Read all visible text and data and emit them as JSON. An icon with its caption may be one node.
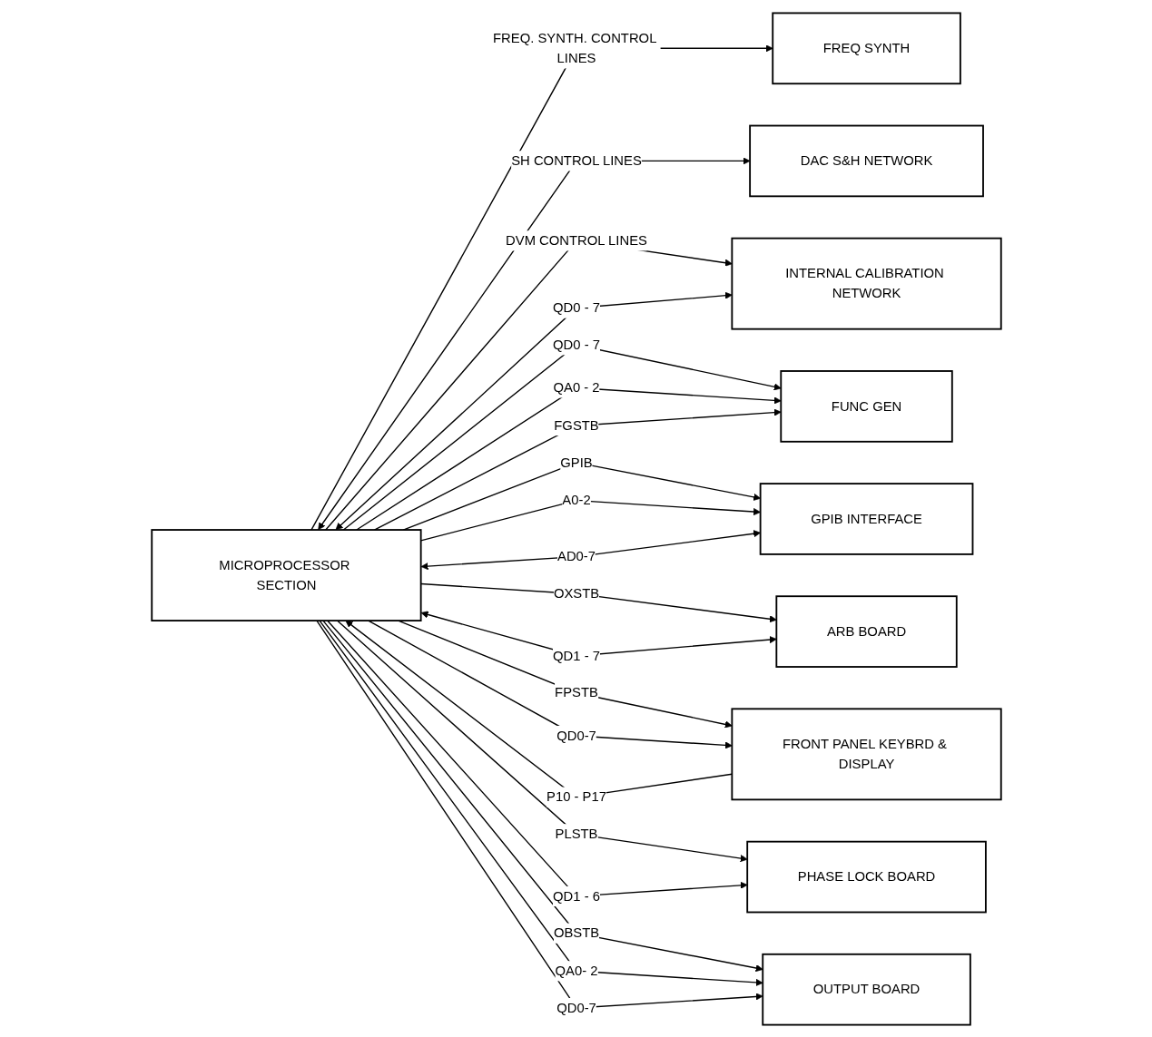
{
  "diagram": {
    "nodes": [
      {
        "text": [
          "FREQ SYNTH"
        ]
      },
      {
        "text": [
          "DAC S&H NETWORK"
        ]
      },
      {
        "text": [
          "INTERNAL CALIBRATION NETWORK"
        ]
      },
      {
        "text": [
          "FUNC GEN"
        ]
      },
      {
        "text": [
          "MICROPROCESSOR SECTION"
        ]
      },
      {
        "text": [
          "GPIB INTERFACE"
        ]
      },
      {
        "text": [
          "ARB BOARD"
        ]
      },
      {
        "text": [
          "FRONT PANEL KEYBRD & DISPLAY"
        ]
      },
      {
        "text": [
          "PHASE LOCK BOARD"
        ]
      },
      {
        "text": [
          "OUTPUT BOARD"
        ]
      }
    ],
    "edges": [
      {
        "from": 4,
        "to": 0,
        "arrow": "to",
        "label": "FREQ. SYNTH. CONTROL LINES"
      },
      {
        "from": 4,
        "to": 1,
        "arrow": "both",
        "label": "SH CONTROL LINES"
      },
      {
        "from": 4,
        "to": 2,
        "arrow": "to",
        "label": "DVM CONTROL LINES"
      },
      {
        "from": 4,
        "to": 2,
        "arrow": "both",
        "label": "QD0 - 7"
      },
      {
        "from": 4,
        "to": 3,
        "arrow": "to",
        "label": "QD0 - 7"
      },
      {
        "from": 4,
        "to": 3,
        "arrow": "to",
        "label": "QA0 - 2"
      },
      {
        "from": 4,
        "to": 3,
        "arrow": "to",
        "label": "FGSTB"
      },
      {
        "from": 4,
        "to": 5,
        "arrow": "to",
        "label": "GPIB"
      },
      {
        "from": 4,
        "to": 5,
        "arrow": "to",
        "label": "A0-2"
      },
      {
        "from": 4,
        "to": 5,
        "arrow": "both",
        "label": "AD0-7"
      },
      {
        "from": 4,
        "to": 6,
        "arrow": "to",
        "label": "OXSTB"
      },
      {
        "from": 4,
        "to": 6,
        "arrow": "both",
        "label": "QD1 - 7"
      },
      {
        "from": 4,
        "to": 7,
        "arrow": "to",
        "label": "FPSTB"
      },
      {
        "from": 7,
        "to": 4,
        "arrow": "to",
        "label": "P10 - P17"
      },
      {
        "from": 4,
        "to": 7,
        "arrow": "to",
        "label": "QD0-7"
      },
      {
        "from": 4,
        "to": 8,
        "arrow": "to",
        "label": "PLSTB"
      },
      {
        "from": 4,
        "to": 8,
        "arrow": "to",
        "label": "QD1 - 6"
      },
      {
        "from": 4,
        "to": 9,
        "arrow": "to",
        "label": "OBSTB"
      },
      {
        "from": 4,
        "to": 9,
        "arrow": "to",
        "label": "QA0- 2"
      },
      {
        "from": 4,
        "to": 9,
        "arrow": "to",
        "label": "QD0-7"
      }
    ]
  }
}
